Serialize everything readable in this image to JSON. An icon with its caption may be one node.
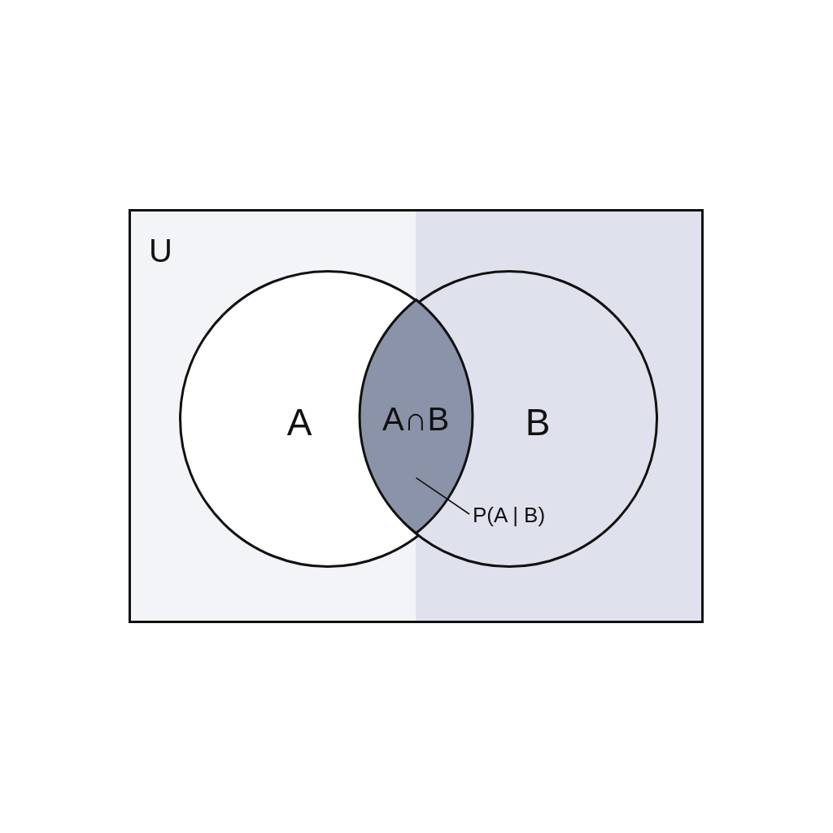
{
  "diagram": {
    "nodes": [
      {
        "text": [
          "U"
        ]
      },
      {
        "text": [
          "A"
        ],
        "in": 0
      },
      {
        "text": [
          "B"
        ],
        "in": 0
      },
      {
        "text": [
          "A∩B"
        ]
      },
      {
        "text": [
          "P(A | B)"
        ],
        "in": 2
      }
    ],
    "edges": [
      {
        "from": 4,
        "to": 3,
        "arrow": "none"
      }
    ]
  }
}
